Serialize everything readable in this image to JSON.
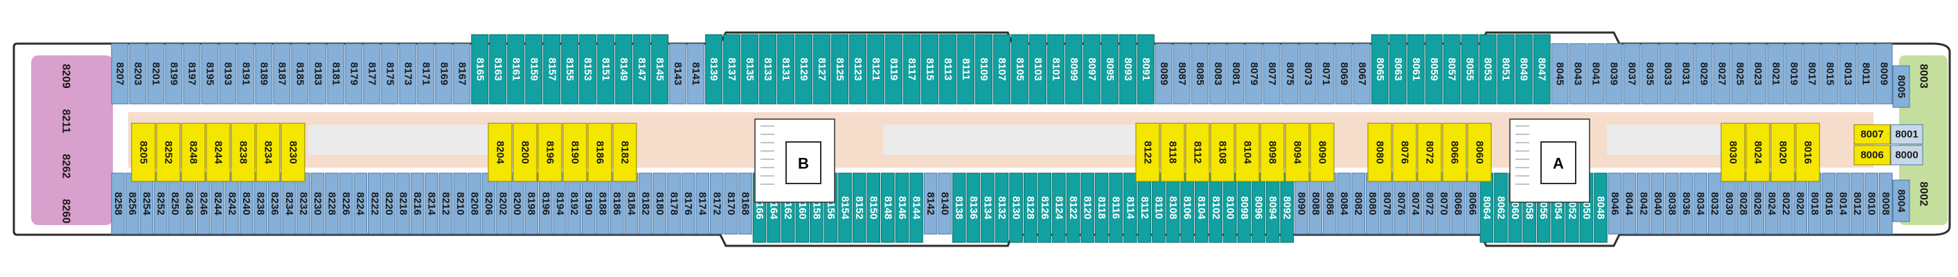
{
  "deck": {
    "top_outer": [
      "8207",
      "8203",
      "8201",
      "8199",
      "8197",
      "8195",
      "8193",
      "8191",
      "8189",
      "8187",
      "8185",
      "8183",
      "8181",
      "8179",
      "8177",
      "8175",
      "8173",
      "8171",
      "8169",
      "8167",
      "8165",
      "8163",
      "8161",
      "8159",
      "8157",
      "8155",
      "8153",
      "8151",
      "8149",
      "8147",
      "8145",
      "8143",
      "8141",
      "8139",
      "8137",
      "8135",
      "8133",
      "8131",
      "8129",
      "8127",
      "8125",
      "8123",
      "8121",
      "8119",
      "8117",
      "8115",
      "8113",
      "8111",
      "8109",
      "8107",
      "8105",
      "8103",
      "8101",
      "8099",
      "8097",
      "8095",
      "8093",
      "8091",
      "8089",
      "8087",
      "8085",
      "8083",
      "8081",
      "8079",
      "8077",
      "8075",
      "8073",
      "8071",
      "8069",
      "8067",
      "8065",
      "8063",
      "8061",
      "8059",
      "8057",
      "8055",
      "8053",
      "8051",
      "8049",
      "8047",
      "8045",
      "8043",
      "8041",
      "8039",
      "8037",
      "8035",
      "8033",
      "8031",
      "8029",
      "8027",
      "8025",
      "8023",
      "8021",
      "8019",
      "8017",
      "8015",
      "8013",
      "8011",
      "8009"
    ],
    "bottom_outer": [
      "8258",
      "8256",
      "8254",
      "8252",
      "8250",
      "8248",
      "8246",
      "8244",
      "8242",
      "8240",
      "8238",
      "8236",
      "8234",
      "8232",
      "8230",
      "8228",
      "8226",
      "8224",
      "8222",
      "8220",
      "8218",
      "8216",
      "8214",
      "8212",
      "8210",
      "8208",
      "8206",
      "8202",
      "8200",
      "8198",
      "8196",
      "8194",
      "8192",
      "8190",
      "8188",
      "8186",
      "8184",
      "8182",
      "8180",
      "8178",
      "8176",
      "8174",
      "8172",
      "8170",
      "8168",
      "8166",
      "8164",
      "8162",
      "8160",
      "8158",
      "8156",
      "8154",
      "8152",
      "8150",
      "8148",
      "8146",
      "8144",
      "8142",
      "8140",
      "8138",
      "8136",
      "8134",
      "8132",
      "8130",
      "8128",
      "8126",
      "8124",
      "8122",
      "8120",
      "8118",
      "8116",
      "8114",
      "8112",
      "8110",
      "8108",
      "8106",
      "8104",
      "8102",
      "8100",
      "8098",
      "8096",
      "8094",
      "8092",
      "8090",
      "8088",
      "8086",
      "8084",
      "8082",
      "8080",
      "8078",
      "8076",
      "8074",
      "8072",
      "8070",
      "8068",
      "8066",
      "8064",
      "8062",
      "8060",
      "8058",
      "8056",
      "8054",
      "8052",
      "8050",
      "8048",
      "8046",
      "8044",
      "8042",
      "8040",
      "8038",
      "8036",
      "8034",
      "8032",
      "8030",
      "8028",
      "8026",
      "8024",
      "8022",
      "8020",
      "8018",
      "8016",
      "8014",
      "8012",
      "8010",
      "8008"
    ],
    "interior_groups": [
      [
        "8205",
        "8252",
        "8248",
        "8244",
        "8238",
        "8234",
        "8230"
      ],
      [
        "8204",
        "8200",
        "8196",
        "8190",
        "8186",
        "8182"
      ],
      [
        "8122",
        "8118",
        "8112",
        "8108",
        "8104",
        "8098",
        "8094",
        "8090"
      ],
      [
        "8080",
        "8076",
        "8072",
        "8066",
        "8060"
      ],
      [
        "8030",
        "8024",
        "8020",
        "8016"
      ]
    ],
    "stack_labels": [
      "B",
      "A"
    ],
    "aft_suites": [
      "8209",
      "8211",
      "8262",
      "8260"
    ],
    "forward_suites": [
      "8003",
      "8002"
    ],
    "forward_interior": [
      "8007",
      "8006",
      "8001",
      "8000",
      "8005",
      "8004"
    ],
    "colors": {
      "balcony": "#86b0d8",
      "balcony_border": "#4a78a8",
      "suite": "#12a0a0",
      "suite_border": "#0a6a6a",
      "inside": "#f5e600",
      "inside_border": "#8a8000",
      "aft_suite": "#d8a0cc",
      "forward_suite": "#c4de9e",
      "corridor": "#f5dccb",
      "promenade": "#ebebeb",
      "hull": "#2e2e2e",
      "hull_fill": "#ffffff"
    }
  }
}
